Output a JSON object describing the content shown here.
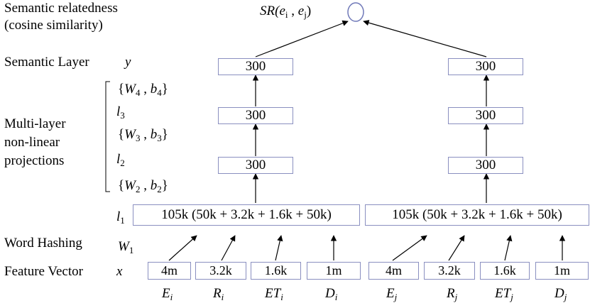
{
  "left_labels": {
    "semantic_relatedness_1": "Semantic relatedness",
    "semantic_relatedness_2": "(cosine similarity)",
    "semantic_layer": "Semantic Layer",
    "multi_layer_1": "Multi-layer",
    "multi_layer_2": "non-linear",
    "multi_layer_3": "projections",
    "word_hashing": "Word Hashing",
    "feature_vector": "Feature Vector"
  },
  "symbols": {
    "y": "y",
    "x": "x",
    "l1": "l",
    "l1_sub": "1",
    "l2": "l",
    "l2_sub": "2",
    "l3": "l",
    "l3_sub": "3",
    "W1": "W",
    "W1_sub": "1",
    "W4b4_open": "{",
    "W4b4_W": "W",
    "W4b4_Wsub": "4",
    "W4b4_b": "b",
    "W4b4_bsub": "4",
    "W3b3_W": "W",
    "W3b3_Wsub": "3",
    "W3b3_b": "b",
    "W3b3_bsub": "3",
    "W2b2_W": "W",
    "W2b2_Wsub": "2",
    "W2b2_b": "b",
    "W2b2_bsub": "2"
  },
  "sr": {
    "prefix": "SR(",
    "e": "e",
    "i": "i",
    "comma": " , ",
    "j": "j",
    "close": ")"
  },
  "left_tower": {
    "semantic": "300",
    "l3": "300",
    "l2": "300",
    "l1": "105k (50k + 3.2k + 1.6k + 50k)",
    "features": [
      "4m",
      "3.2k",
      "1.6k",
      "1m"
    ],
    "feature_labels": [
      {
        "base": "E",
        "sub": "i"
      },
      {
        "base": "R",
        "sub": "i"
      },
      {
        "base": "ET",
        "sub": "i"
      },
      {
        "base": "D",
        "sub": "i"
      }
    ]
  },
  "right_tower": {
    "semantic": "300",
    "l3": "300",
    "l2": "300",
    "l1": "105k (50k + 3.2k + 1.6k + 50k)",
    "features": [
      "4m",
      "3.2k",
      "1.6k",
      "1m"
    ],
    "feature_labels": [
      {
        "base": "E",
        "sub": "j"
      },
      {
        "base": "R",
        "sub": "j"
      },
      {
        "base": "ET",
        "sub": "j"
      },
      {
        "base": "D",
        "sub": "j"
      }
    ]
  },
  "colors": {
    "box_border": "#8a8fc0",
    "circle_stroke": "#6f78b8",
    "arrow": "#000000"
  }
}
